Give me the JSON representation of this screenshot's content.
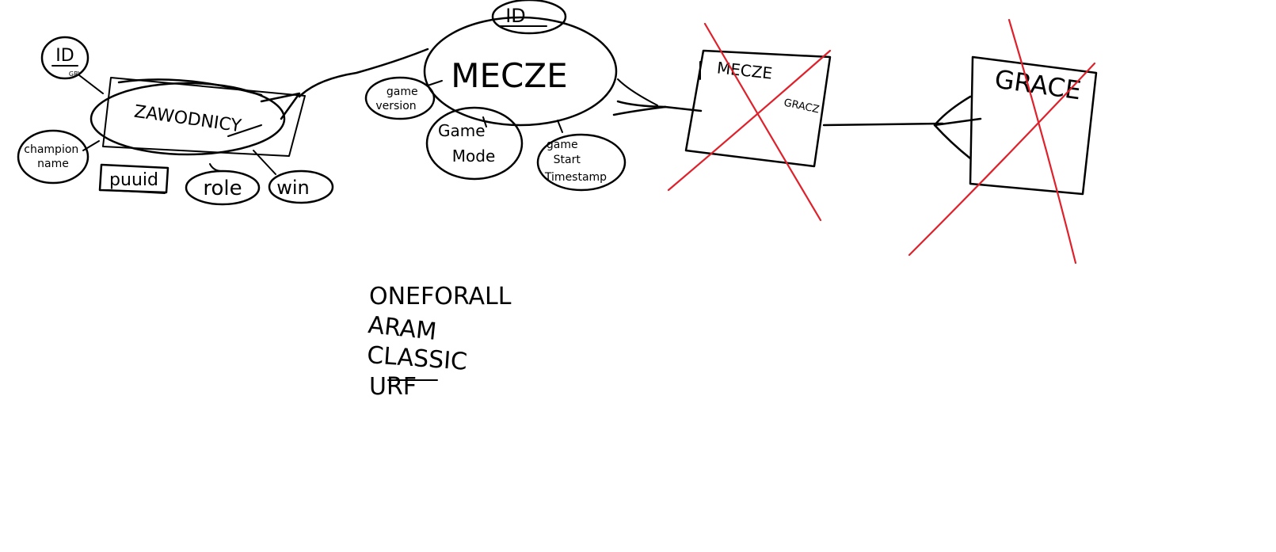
{
  "colors": {
    "background": "#ffffff",
    "ink": "#000000",
    "strike": "#e0202a"
  },
  "entities": {
    "zawodnicy": "ZAWODNICY",
    "mecze": "MECZE",
    "mecze_box": "MECZE",
    "grac_box": "GRACE",
    "gracz_label": "GRACZ"
  },
  "attributes": {
    "zawodnicy_id": "ID",
    "zawodnicy_id_sub": "GRY",
    "champion_name": "champion name",
    "puuid": "puuid",
    "role": "role",
    "win": "win",
    "mecze_id": "ID",
    "game_version": "game version",
    "game_mode": "Game Mode",
    "game_start_timestamp": "game Start Timestamp"
  },
  "game_modes": [
    "ONEFORALL",
    "ARAM",
    "CLASSIC",
    "URF"
  ]
}
